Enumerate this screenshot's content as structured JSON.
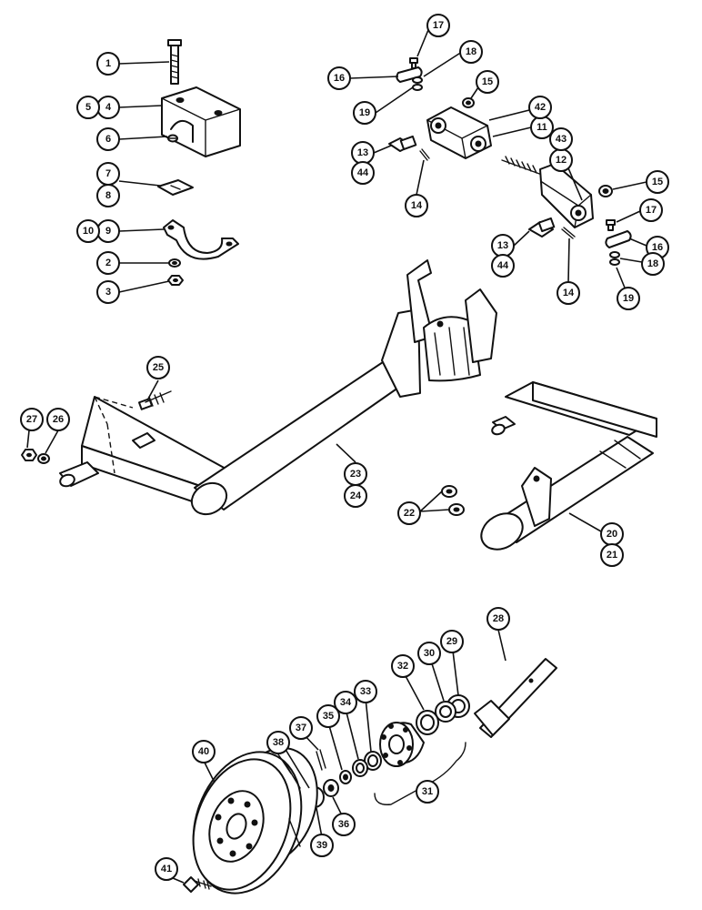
{
  "callouts": [
    {
      "id": "c1",
      "label": "1"
    },
    {
      "id": "c2",
      "label": "2"
    },
    {
      "id": "c3",
      "label": "3"
    },
    {
      "id": "c4",
      "label": "4"
    },
    {
      "id": "c5",
      "label": "5"
    },
    {
      "id": "c6",
      "label": "6"
    },
    {
      "id": "c7",
      "label": "7"
    },
    {
      "id": "c8",
      "label": "8"
    },
    {
      "id": "c9",
      "label": "9"
    },
    {
      "id": "c10",
      "label": "10"
    },
    {
      "id": "c11",
      "label": "11"
    },
    {
      "id": "c12",
      "label": "12"
    },
    {
      "id": "c13a",
      "label": "13"
    },
    {
      "id": "c13b",
      "label": "13"
    },
    {
      "id": "c14a",
      "label": "14"
    },
    {
      "id": "c14b",
      "label": "14"
    },
    {
      "id": "c15a",
      "label": "15"
    },
    {
      "id": "c15b",
      "label": "15"
    },
    {
      "id": "c16a",
      "label": "16"
    },
    {
      "id": "c16b",
      "label": "16"
    },
    {
      "id": "c17a",
      "label": "17"
    },
    {
      "id": "c17b",
      "label": "17"
    },
    {
      "id": "c18a",
      "label": "18"
    },
    {
      "id": "c18b",
      "label": "18"
    },
    {
      "id": "c19a",
      "label": "19"
    },
    {
      "id": "c19b",
      "label": "19"
    },
    {
      "id": "c20",
      "label": "20"
    },
    {
      "id": "c21",
      "label": "21"
    },
    {
      "id": "c22",
      "label": "22"
    },
    {
      "id": "c23",
      "label": "23"
    },
    {
      "id": "c24",
      "label": "24"
    },
    {
      "id": "c25",
      "label": "25"
    },
    {
      "id": "c26",
      "label": "26"
    },
    {
      "id": "c27",
      "label": "27"
    },
    {
      "id": "c28",
      "label": "28"
    },
    {
      "id": "c29",
      "label": "29"
    },
    {
      "id": "c30",
      "label": "30"
    },
    {
      "id": "c31",
      "label": "31"
    },
    {
      "id": "c32",
      "label": "32"
    },
    {
      "id": "c33",
      "label": "33"
    },
    {
      "id": "c34",
      "label": "34"
    },
    {
      "id": "c35",
      "label": "35"
    },
    {
      "id": "c36",
      "label": "36"
    },
    {
      "id": "c37",
      "label": "37"
    },
    {
      "id": "c38",
      "label": "38"
    },
    {
      "id": "c39",
      "label": "39"
    },
    {
      "id": "c40",
      "label": "40"
    },
    {
      "id": "c41",
      "label": "41"
    },
    {
      "id": "c42",
      "label": "42"
    },
    {
      "id": "c43",
      "label": "43"
    },
    {
      "id": "c44a",
      "label": "44"
    },
    {
      "id": "c44b",
      "label": "44"
    }
  ]
}
